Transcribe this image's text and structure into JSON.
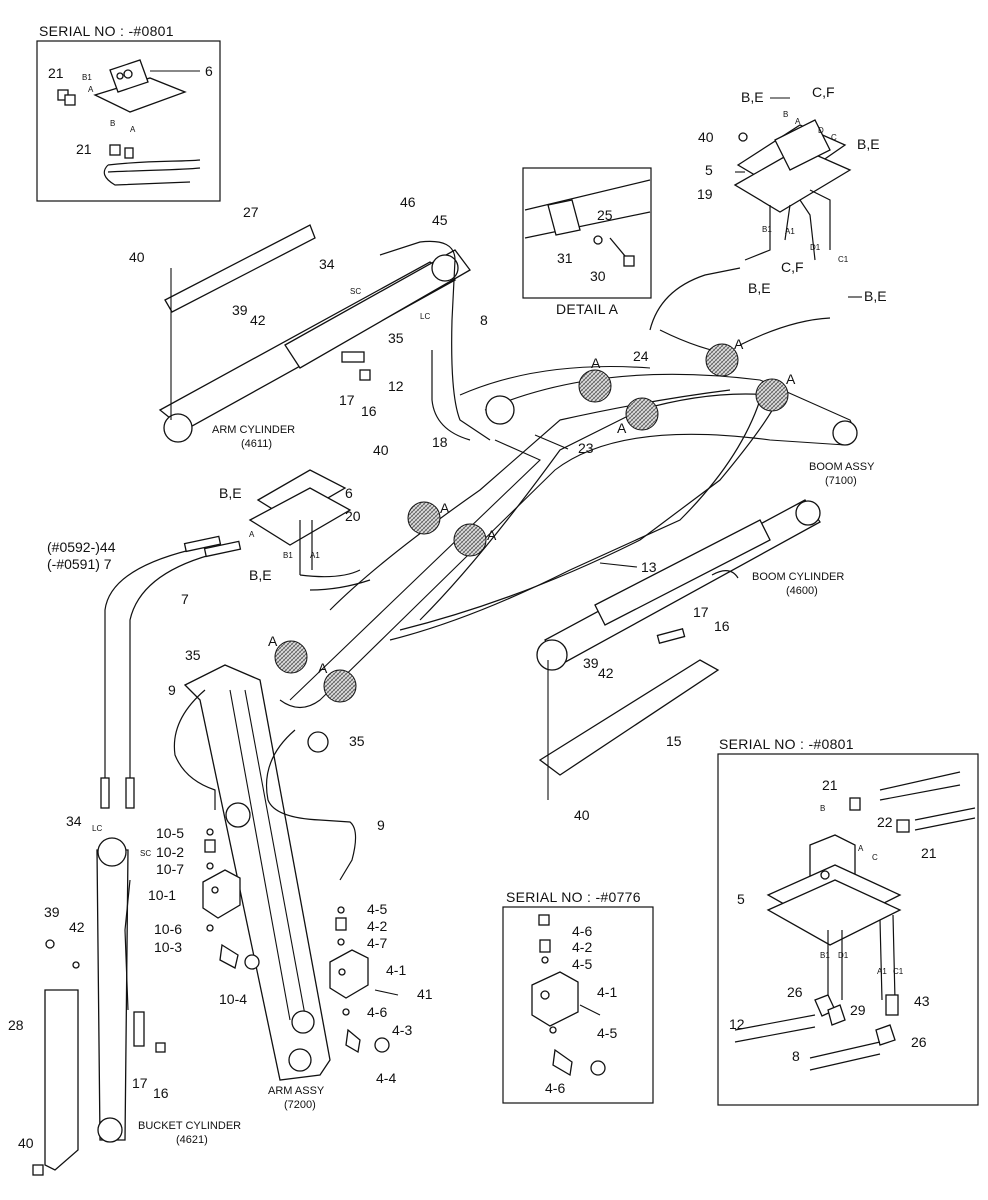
{
  "insets": {
    "top_left_title": "SERIAL NO : -#0801",
    "detail_a_title": "DETAIL A",
    "mid_bottom_title": "SERIAL NO : -#0776",
    "bottom_right_title": "SERIAL NO : -#0801"
  },
  "assemblies": {
    "arm_cylinder": "ARM CYLINDER",
    "arm_cylinder_no": "(4611)",
    "boom_assy": "BOOM ASSY",
    "boom_assy_no": "(7100)",
    "boom_cylinder": "BOOM CYLINDER",
    "boom_cylinder_no": "(4600)",
    "arm_assy": "ARM ASSY",
    "arm_assy_no": "(7200)",
    "bucket_cylinder": "BUCKET CYLINDER",
    "bucket_cylinder_no": "(4621)"
  },
  "callouts": {
    "tl_21a": "21",
    "tl_6": "6",
    "tl_21b": "21",
    "tl_b1": "B1",
    "tl_a": "A",
    "tl_b": "B",
    "tl_a2": "A",
    "p27": "27",
    "p40a": "40",
    "p46": "46",
    "p45": "45",
    "p34a": "34",
    "p8": "8",
    "p39a": "39",
    "p42a": "42",
    "p35a": "35",
    "p12": "12",
    "p17a": "17",
    "p16a": "16",
    "sc_a": "SC",
    "lc_a": "LC",
    "p25": "25",
    "p31": "31",
    "p30": "30",
    "be1": "B,E",
    "cf1": "C,F",
    "p40b": "40",
    "p5a": "5",
    "p19": "19",
    "be2": "B,E",
    "cf2": "C,F",
    "be3": "B,E",
    "be4": "B,E",
    "tr_b": "B",
    "tr_a": "A",
    "tr_d": "D",
    "tr_c": "C",
    "tr_b1": "B1",
    "tr_a1": "A1",
    "tr_d1": "D1",
    "tr_c1": "C1",
    "a_24": "A",
    "a_25": "A",
    "a_26": "A",
    "a_27": "A",
    "a_28": "A",
    "a_29": "A",
    "a_30": "A",
    "a_31": "A",
    "p24": "24",
    "p23": "23",
    "p18": "18",
    "p40c": "40",
    "be5": "B,E",
    "p6b": "6",
    "p20": "20",
    "be6": "B,E",
    "mid_b1": "B1",
    "mid_a1": "A1",
    "mid_a": "A",
    "p44": "(#0592-)44",
    "p7a": "(-#0591) 7",
    "p7b": "7",
    "p13": "13",
    "p17b": "17",
    "p16b": "16",
    "p39b": "39",
    "p42b": "42",
    "p15": "15",
    "p40d": "40",
    "p35b": "35",
    "p9a": "9",
    "p35c": "35",
    "p9b": "9",
    "p34b": "34",
    "lc_b": "LC",
    "sc_b": "SC",
    "p10_5": "10-5",
    "p10_2": "10-2",
    "p10_7": "10-7",
    "p10_1": "10-1",
    "p10_6": "10-6",
    "p10_3": "10-3",
    "p10_4": "10-4",
    "p4_5a": "4-5",
    "p4_2a": "4-2",
    "p4_7": "4-7",
    "p4_1a": "4-1",
    "p41": "41",
    "p4_6a": "4-6",
    "p4_3": "4-3",
    "p4_4": "4-4",
    "p39c": "39",
    "p42c": "42",
    "p28": "28",
    "p17c": "17",
    "p16c": "16",
    "p40e": "40",
    "m_4_6a": "4-6",
    "m_4_2": "4-2",
    "m_4_5a": "4-5",
    "m_4_1": "4-1",
    "m_4_5b": "4-5",
    "m_4_6b": "4-6",
    "br_21a": "21",
    "br_22": "22",
    "br_21b": "21",
    "br_5": "5",
    "br_26a": "26",
    "br_29": "29",
    "br_43": "43",
    "br_12": "12",
    "br_8": "8",
    "br_26b": "26",
    "br_b": "B",
    "br_a": "A",
    "br_c": "C",
    "br_b1": "B1",
    "br_d1": "D1",
    "br_a1": "A1",
    "br_c1": "C1"
  }
}
